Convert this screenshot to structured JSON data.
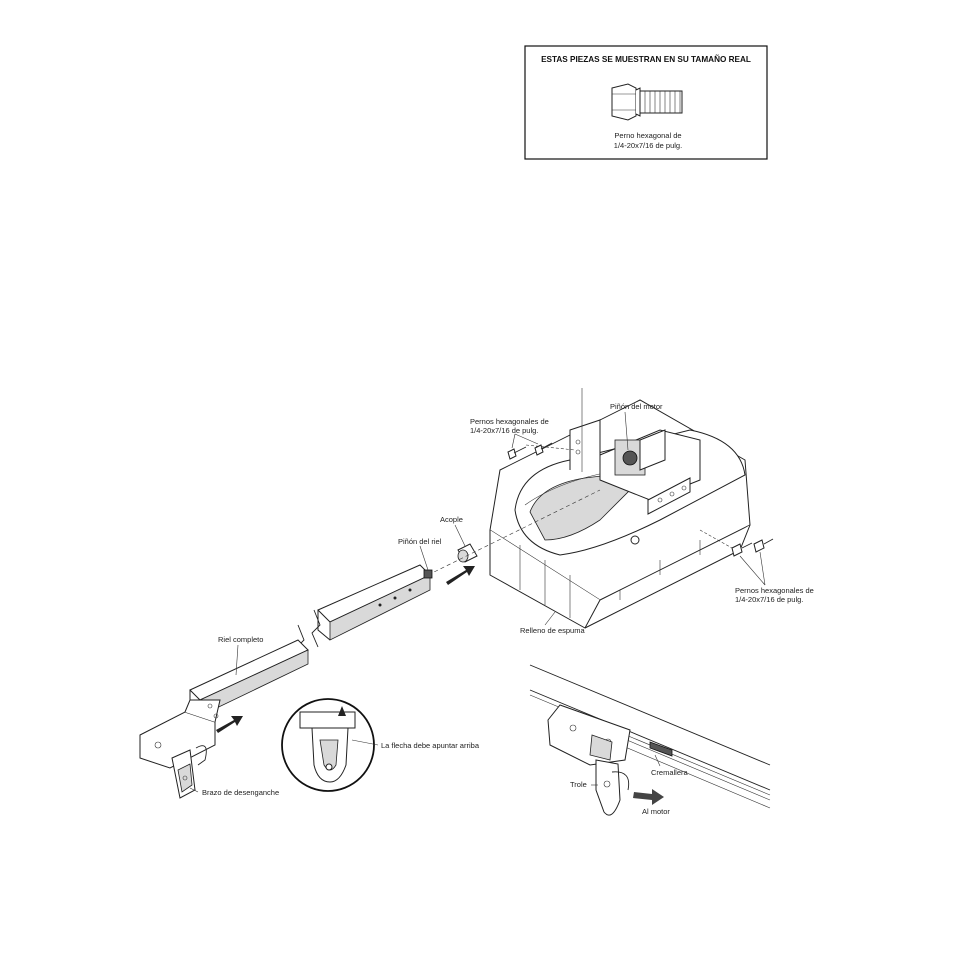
{
  "actual_size_box": {
    "title": "ESTAS PIEZAS SE MUESTRAN EN SU TAMAÑO REAL",
    "bolt_label_line1": "Perno hexagonal de",
    "bolt_label_line2": "1/4-20x7/16 de pulg."
  },
  "labels": {
    "hex_bolts_top_line1": "Pernos hexagonales de",
    "hex_bolts_top_line2": "1/4-20x7/16 de pulg.",
    "motor_sprocket": "Piñón del motor",
    "coupler": "Acople",
    "rail_sprocket": "Piñón del riel",
    "hex_bolts_right_line1": "Pernos hexagonales de",
    "hex_bolts_right_line2": "1/4-20x7/16 de pulg.",
    "complete_rail": "Riel completo",
    "foam_pad": "Relleno de espuma",
    "arrow_must_point_up": "La flecha debe apuntar arriba",
    "release_arm": "Brazo de desenganche",
    "trolley": "Trole",
    "rack": "Cremallera",
    "to_motor": "Al motor"
  }
}
